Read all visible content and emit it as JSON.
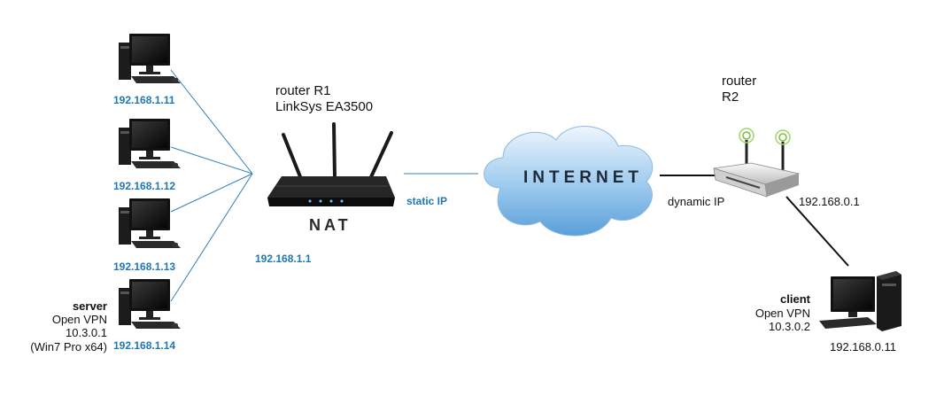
{
  "diagram": {
    "colors": {
      "lan_link": "#2f7fc0",
      "wan_link": "#111111",
      "ip_blue": "#1f77b4"
    },
    "router_r1": {
      "line1": "router R1",
      "line2": "LinkSys EA3500",
      "nat_label": "NAT",
      "lan_ip": "192.168.1.1",
      "wan_label": "static IP",
      "icon": "router-icon"
    },
    "router_r2": {
      "line1": "router",
      "line2": "R2",
      "wan_label": "dynamic IP",
      "lan_ip": "192.168.0.1",
      "icon": "wireless-router-icon"
    },
    "internet": {
      "label": "INTERNET",
      "icon": "cloud-icon"
    },
    "lan_pcs": [
      {
        "ip": "192.168.1.11",
        "icon": "desktop-computer-icon"
      },
      {
        "ip": "192.168.1.12",
        "icon": "desktop-computer-icon"
      },
      {
        "ip": "192.168.1.13",
        "icon": "desktop-computer-icon"
      },
      {
        "ip": "192.168.1.14",
        "icon": "desktop-computer-icon"
      }
    ],
    "server": {
      "title": "server",
      "line1": "Open VPN",
      "line2": "10.3.0.1",
      "line3": "(Win7 Pro x64)"
    },
    "client": {
      "title": "client",
      "line1": "Open VPN",
      "line2": "10.3.0.2",
      "ip": "192.168.0.11",
      "icon": "desktop-computer-icon"
    }
  }
}
